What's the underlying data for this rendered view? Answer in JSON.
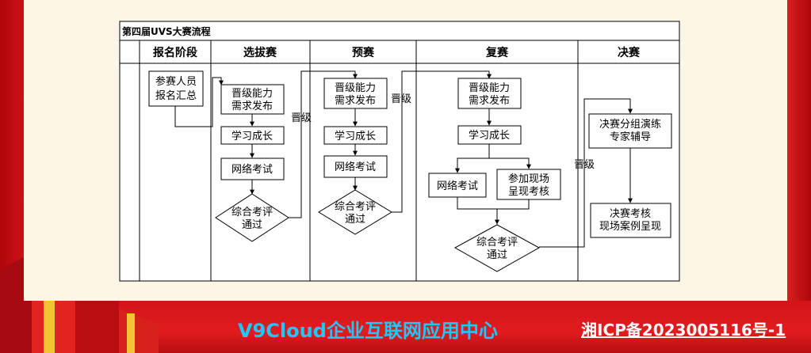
{
  "diagram": {
    "title": "第四届UVS大赛流程",
    "columns": [
      "报名阶段",
      "选拔赛",
      "预赛",
      "复赛",
      "决赛"
    ],
    "nodes": {
      "signup": [
        "参赛人员",
        "报名汇总"
      ],
      "sel_req": [
        "晋级能力",
        "需求发布"
      ],
      "sel_learn": "学习成长",
      "sel_exam": "网络考试",
      "sel_review": [
        "综合考评",
        "通过"
      ],
      "pre_req": [
        "晋级能力",
        "需求发布"
      ],
      "pre_learn": "学习成长",
      "pre_exam": "网络考试",
      "pre_review": [
        "综合考评",
        "通过"
      ],
      "semi_req": [
        "晋级能力",
        "需求发布"
      ],
      "semi_learn": "学习成长",
      "semi_exam": "网络考试",
      "semi_onsite": [
        "参加现场",
        "呈现考核"
      ],
      "semi_review": [
        "综合考评",
        "通过"
      ],
      "final_group": [
        "决赛分组演练",
        "专家辅导"
      ],
      "final_onsite": [
        "决赛考核",
        "现场案例呈现"
      ]
    },
    "edge_labels": {
      "promote_1": "晋级",
      "promote_2": "晋级",
      "promote_3": "晋级"
    }
  },
  "footer": {
    "brand": "V9Cloud企业互联网应用中心",
    "icp": "湘ICP备2023005116号-1"
  }
}
